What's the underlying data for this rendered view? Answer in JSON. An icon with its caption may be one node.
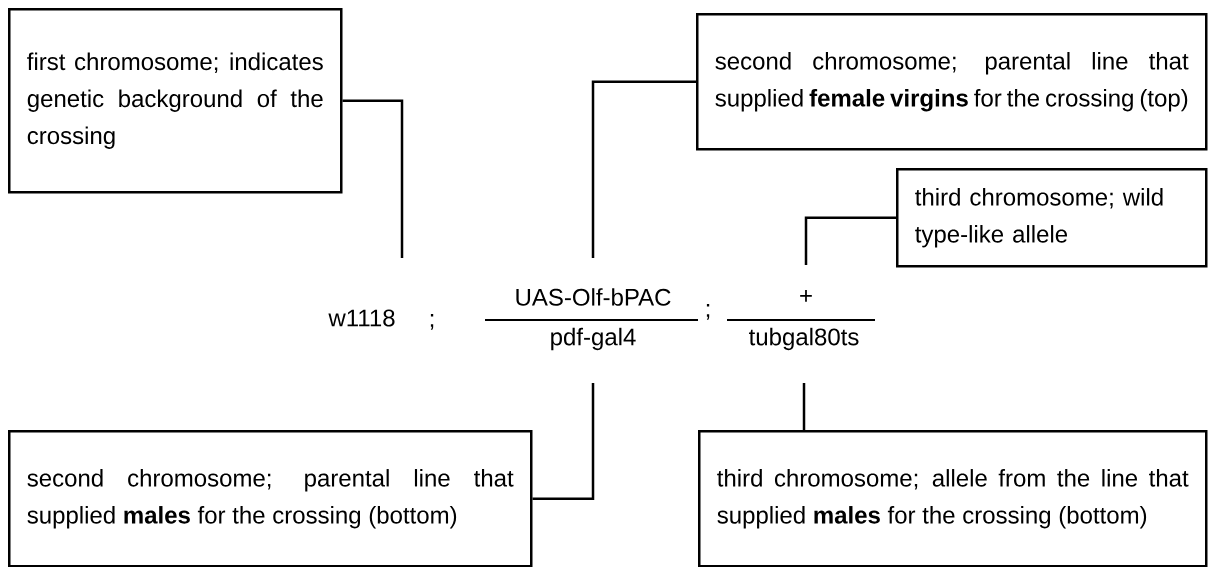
{
  "diagram": {
    "nodes": [
      {
        "text": [
          "first chromosome; indicates genetic background of the crossing"
        ]
      },
      {
        "text": [
          "second chromosome; parental line that supplied **female virgins** for the crossing (top)"
        ]
      },
      {
        "text": [
          "third chromosome; wild type-like allele"
        ]
      },
      {
        "text": [
          "w1118"
        ]
      },
      {
        "text": [
          "UAS-Olf-bPAC"
        ]
      },
      {
        "text": [
          "+"
        ]
      },
      {
        "text": [
          "pdf-gal4"
        ]
      },
      {
        "text": [
          "tubgal80ts"
        ]
      },
      {
        "text": [
          "second chromosome; parental line that supplied **males** for the crossing (bottom)"
        ]
      },
      {
        "text": [
          "third chromosome; allele from the line that supplied **males** for the crossing (bottom)"
        ]
      }
    ],
    "edges": [
      {
        "from": 0,
        "to": 3,
        "arrow": "none"
      },
      {
        "from": 1,
        "to": 4,
        "arrow": "none"
      },
      {
        "from": 2,
        "to": 5,
        "arrow": "none"
      },
      {
        "from": 8,
        "to": 6,
        "arrow": "none"
      },
      {
        "from": 9,
        "to": 7,
        "arrow": "none"
      }
    ],
    "labels": [
      ";",
      ";"
    ]
  }
}
